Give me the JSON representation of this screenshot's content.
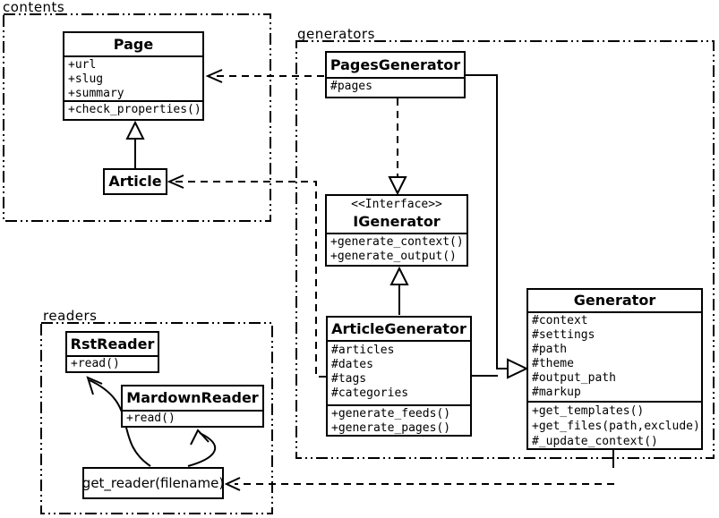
{
  "packages": {
    "contents": {
      "label": "contents"
    },
    "generators": {
      "label": "generators"
    },
    "readers": {
      "label": "readers"
    }
  },
  "classes": {
    "page": {
      "name": "Page",
      "attributes": [
        "+url",
        "+slug",
        "+summary"
      ],
      "methods": [
        "+check_properties()"
      ]
    },
    "article": {
      "name": "Article"
    },
    "pagesGenerator": {
      "name": "PagesGenerator",
      "attributes": [
        "#pages"
      ]
    },
    "iGenerator": {
      "stereotype": "<<Interface>>",
      "name": "IGenerator",
      "methods": [
        "+generate_context()",
        "+generate_output()"
      ]
    },
    "articleGenerator": {
      "name": "ArticleGenerator",
      "attributes": [
        "#articles",
        "#dates",
        "#tags",
        "#categories"
      ],
      "methods": [
        "+generate_feeds()",
        "+generate_pages()"
      ]
    },
    "generator": {
      "name": "Generator",
      "attributes": [
        "#context",
        "#settings",
        "#path",
        "#theme",
        "#output_path",
        "#markup"
      ],
      "methods": [
        "+get_templates()",
        "+get_files(path,exclude)",
        "#_update_context()"
      ]
    },
    "rstReader": {
      "name": "RstReader",
      "methods": [
        "+read()"
      ]
    },
    "mardownReader": {
      "name": "MardownReader",
      "methods": [
        "+read()"
      ]
    },
    "getReader": {
      "label": "get_reader(filename)"
    }
  },
  "relationships": [
    {
      "type": "generalization",
      "from": "Article",
      "to": "Page"
    },
    {
      "type": "dependency",
      "from": "PagesGenerator",
      "to": "Page"
    },
    {
      "type": "dependency",
      "from": "ArticleGenerator",
      "to": "Article"
    },
    {
      "type": "realization",
      "from": "PagesGenerator",
      "to": "IGenerator"
    },
    {
      "type": "generalization",
      "from": "ArticleGenerator",
      "to": "IGenerator"
    },
    {
      "type": "generalization",
      "from": "PagesGenerator",
      "to": "Generator"
    },
    {
      "type": "generalization",
      "from": "ArticleGenerator",
      "to": "Generator"
    },
    {
      "type": "dependency",
      "from": "Generator",
      "to": "get_reader(filename)"
    },
    {
      "type": "call",
      "from": "get_reader(filename)",
      "to": "RstReader"
    },
    {
      "type": "call",
      "from": "get_reader(filename)",
      "to": "MardownReader"
    }
  ],
  "colors": {
    "stroke": "#000000",
    "background": "#ffffff"
  }
}
